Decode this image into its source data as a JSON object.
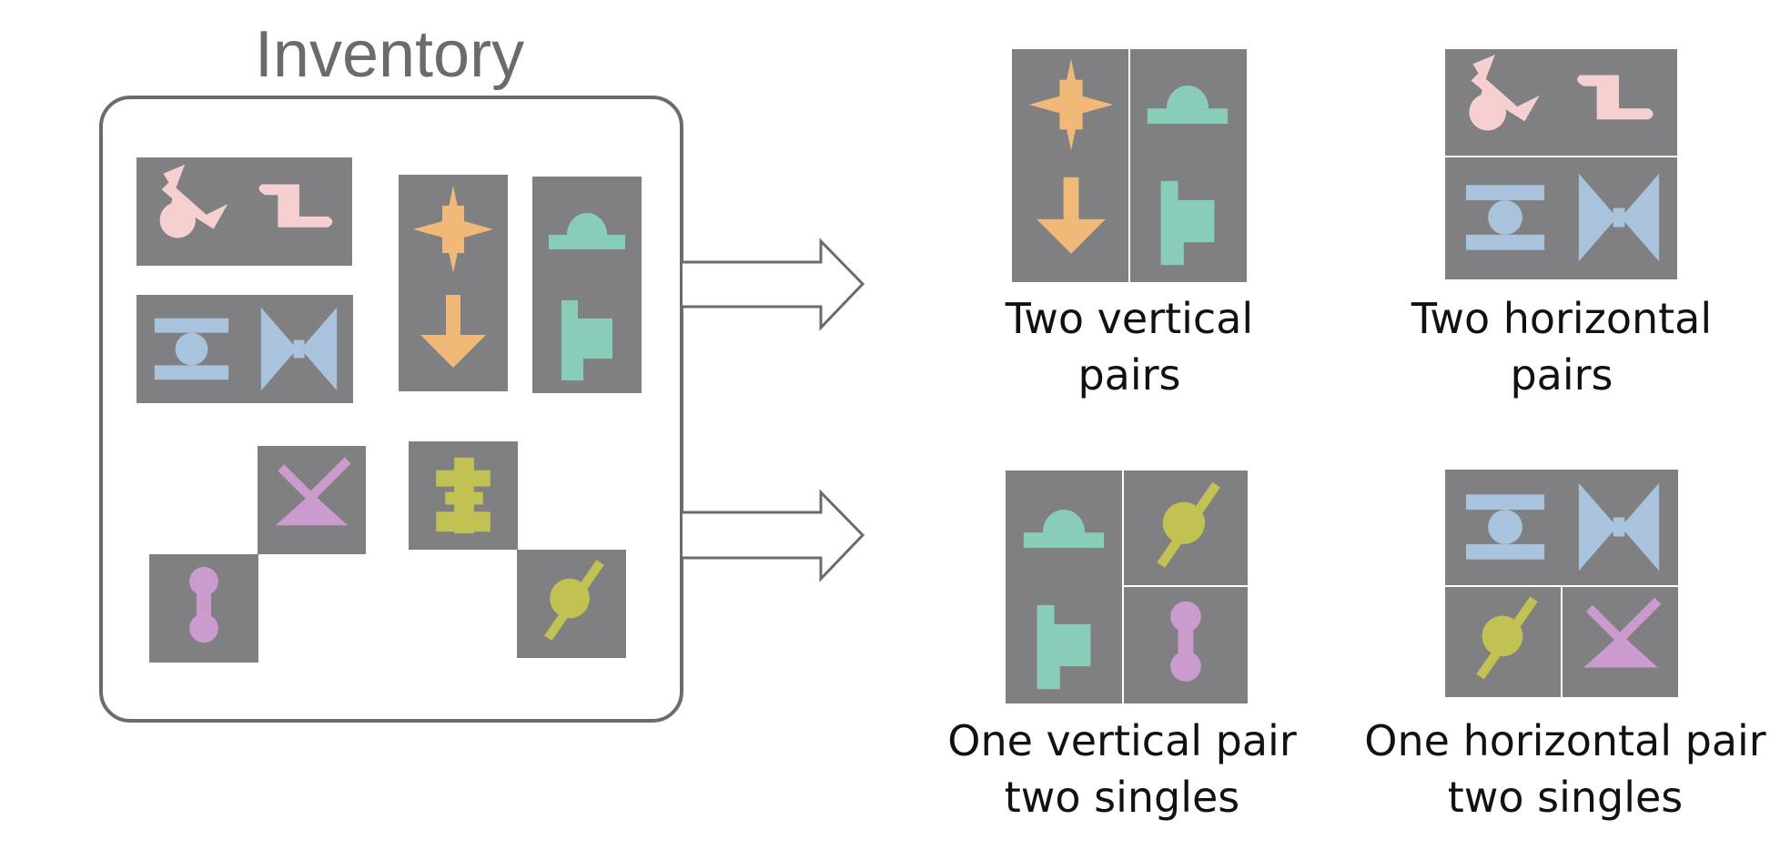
{
  "inventory": {
    "title": "Inventory"
  },
  "outcomes": [
    {
      "line1": "Two vertical",
      "line2": "pairs"
    },
    {
      "line1": "Two horizontal",
      "line2": "pairs"
    },
    {
      "line1": "One vertical pair",
      "line2": "two singles"
    },
    {
      "line1": "One horizontal pair",
      "line2": "two singles"
    }
  ],
  "colors": {
    "tile": "#808083",
    "pink": "#f6d0d0",
    "orange": "#f1b978",
    "teal": "#88cdb9",
    "blue": "#a8c3db",
    "purple": "#cb9bce",
    "olive": "#c1c253",
    "frame": "#6b6b6b"
  },
  "icons": {
    "pink": [
      "pink-figure-icon",
      "pink-boot-icon"
    ],
    "orange": [
      "orange-star-icon",
      "orange-arrow-icon"
    ],
    "teal": [
      "teal-dome-icon",
      "teal-step-icon"
    ],
    "blue": [
      "blue-spool-icon",
      "blue-bowtie-icon"
    ],
    "singles": [
      "purple-hourglass-icon",
      "purple-dumbbell-icon",
      "olive-cross-icon",
      "olive-pin-icon"
    ]
  }
}
